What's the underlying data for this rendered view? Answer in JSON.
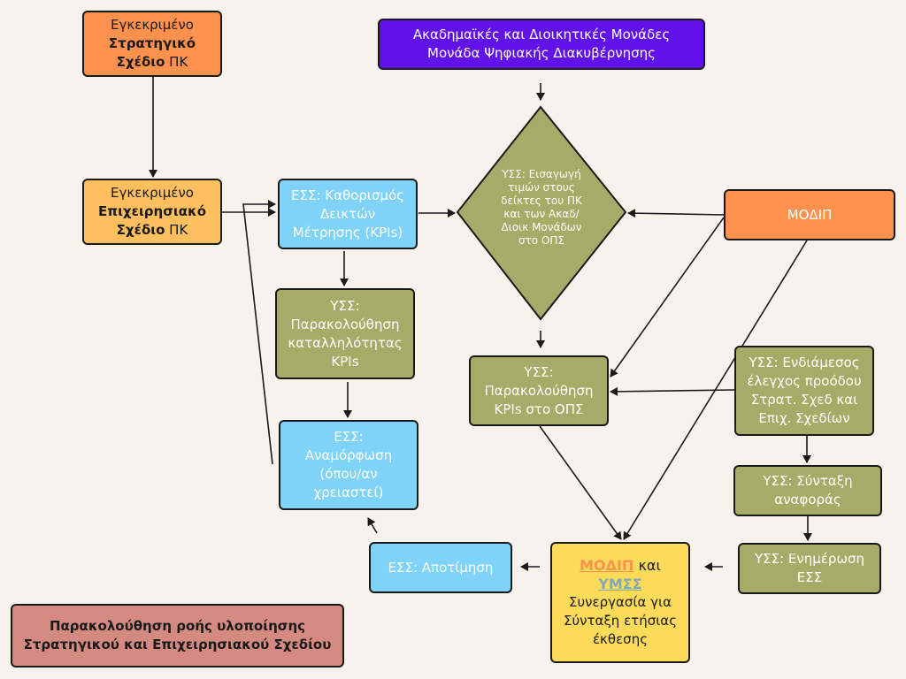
{
  "nodes": {
    "strategic": {
      "l1": "Εγκεκριμένο",
      "l2": "Στρατηγικό",
      "l3a": "Σχέδιο",
      "l3b": " ΠΚ"
    },
    "operational": {
      "l1": "Εγκεκριμένο",
      "l2": "Επιχειρησιακό",
      "l3a": "Σχέδιο",
      "l3b": " ΠΚ"
    },
    "academic": {
      "l1": "Ακαδημαϊκές και Διοικητικές Μονάδες",
      "l2": "Μονάδα Ψηφιακής Διακυβέρνησης"
    },
    "kpi_define": {
      "l1": "ΕΣΣ: Καθορισμός",
      "l2": "Δεικτών",
      "l3": "Μέτρησης (KPIs)"
    },
    "diamond": {
      "l1": "ΥΣΣ: Εισαγωγή",
      "l2": "τιμών στους",
      "l3": "δείκτες του ΠΚ",
      "l4": "και των Ακαδ/",
      "l5": "Διοικ Μονάδων",
      "l6": "στο ΟΠΣ"
    },
    "modip": {
      "label": "ΜΟΔΙΠ"
    },
    "kpi_suit": {
      "l1": "ΥΣΣ:",
      "l2": "Παρακολούθηση",
      "l3": "καταλληλότητας",
      "l4": "KPIs"
    },
    "kpi_ops": {
      "l1": "ΥΣΣ:",
      "l2": "Παρακολούθηση",
      "l3": "KPIs στο ΟΠΣ"
    },
    "interim": {
      "l1": "ΥΣΣ: Ενδιάμεσος",
      "l2": "έλεγχος προόδου",
      "l3": "Στρατ. Σχεδ και",
      "l4": "Επιχ. Σχεδίων"
    },
    "reform": {
      "l1": "ΕΣΣ:",
      "l2": "Αναμόρφωση",
      "l3": "(όπου/αν",
      "l4": "χρειαστεί)"
    },
    "report": {
      "l1": "ΥΣΣ: Σύνταξη",
      "l2": "αναφοράς"
    },
    "evaluation": {
      "label": "ΕΣΣ: Αποτίμηση"
    },
    "collab": {
      "a": "ΜΟΔΙΠ",
      "and": " και ",
      "b": "ΥΜΣΣ",
      "l2": "Συνεργασία για",
      "l3": "Σύνταξη ετήσιας",
      "l4": "έκθεσης"
    },
    "update": {
      "l1": "ΥΣΣ: Ενημέρωση",
      "l2": "ΕΣΣ"
    },
    "legend": {
      "l1": "Παρακολούθηση ροής υλοποίησης",
      "l2": "Στρατηγικού και Επιχειρησιακού Σχεδίου"
    }
  },
  "colors": {
    "orange": "#fe914d",
    "light_orange": "#fec05e",
    "purple": "#6012e8",
    "blue": "#7fd3f8",
    "olive": "#a8ab67",
    "yellow": "#fddb5a",
    "rose": "#d48a80"
  }
}
